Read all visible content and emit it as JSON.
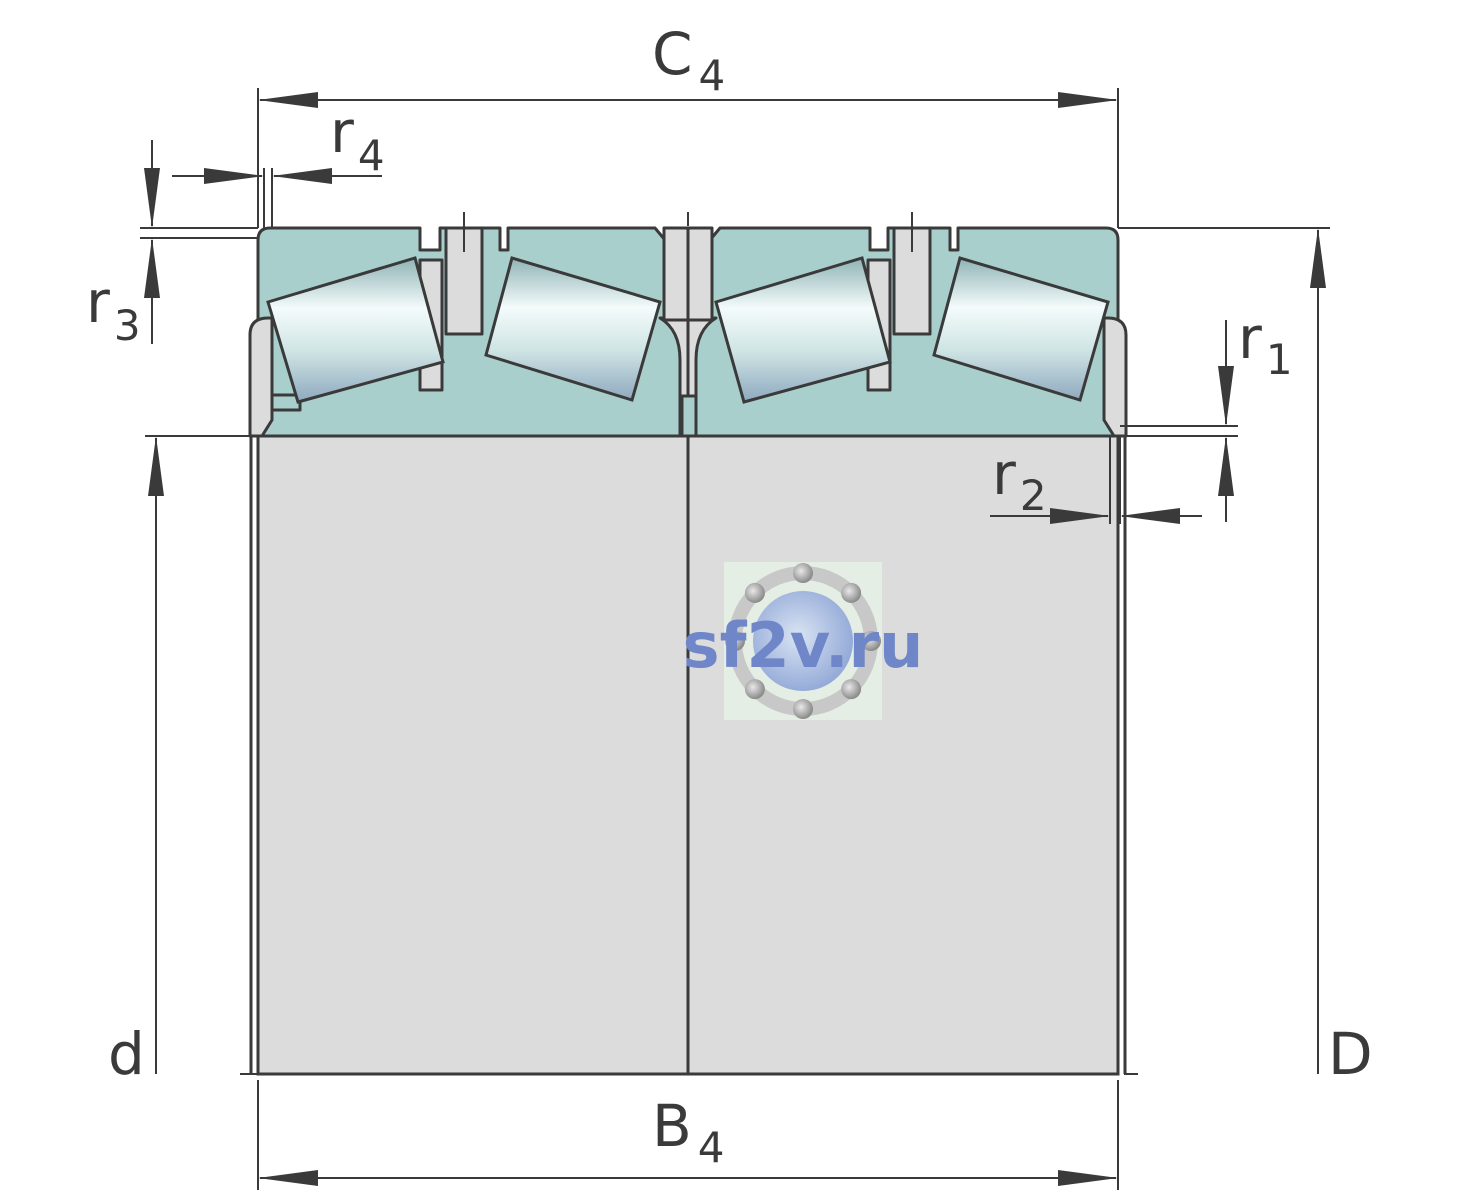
{
  "labels": {
    "C4": {
      "main": "C",
      "sub": "4"
    },
    "B4": {
      "main": "B",
      "sub": "4"
    },
    "r1": {
      "main": "r",
      "sub": "1"
    },
    "r2": {
      "main": "r",
      "sub": "2"
    },
    "r3": {
      "main": "r",
      "sub": "3"
    },
    "r4": {
      "main": "r",
      "sub": "4"
    },
    "d": {
      "main": "d"
    },
    "D": {
      "main": "D"
    }
  },
  "watermark": {
    "text": "sf2v.ru",
    "color": "#6f86c8"
  },
  "colors": {
    "line": "#3a3a3a",
    "ring": "#a9cfcd",
    "bore": "#dcdcdc",
    "roller_light": "#f4fbfb",
    "roller_dark": "#9bbfc0"
  }
}
